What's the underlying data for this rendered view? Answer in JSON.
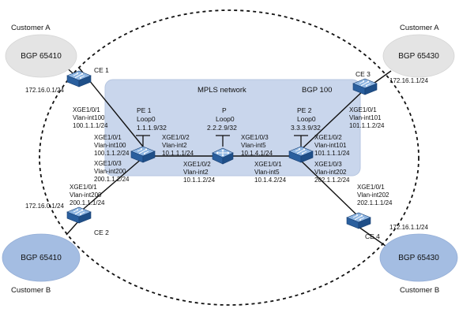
{
  "customers": {
    "top_left": "Customer A",
    "top_right": "Customer A",
    "bottom_left": "Customer B",
    "bottom_right": "Customer B"
  },
  "bgp_clouds": {
    "top_left": "BGP 65410",
    "top_right": "BGP 65430",
    "bottom_left": "BGP 65410",
    "bottom_right": "BGP 65430"
  },
  "mpls": {
    "title": "MPLS network",
    "as": "BGP 100"
  },
  "devices": {
    "ce1": {
      "name": "CE 1",
      "net": "172.16.0.1/24"
    },
    "ce2": {
      "name": "CE 2",
      "net": "172.16.0.1/24"
    },
    "ce3": {
      "name": "CE 3",
      "net": "172.16.1.1/24"
    },
    "ce4": {
      "name": "CE 4",
      "net": "172.16.1.1/24"
    },
    "pe1": {
      "name": "PE 1",
      "loop": "Loop0",
      "ip": "1.1.1.9/32"
    },
    "p": {
      "name": "P",
      "loop": "Loop0",
      "ip": "2.2.2.9/32"
    },
    "pe2": {
      "name": "PE 2",
      "loop": "Loop0",
      "ip": "3.3.3.9/32"
    }
  },
  "interfaces": {
    "ce1": [
      "XGE1/0/1",
      "Vlan-int100",
      "100.1.1.1/24"
    ],
    "pe1_ce1": [
      "XGE1/0/1",
      "Vlan-int100",
      "100.1.1.2/24"
    ],
    "pe1_p": [
      "XGE1/0/2",
      "Vlan-int2",
      "10.1.1.1/24"
    ],
    "pe1_ce2": [
      "XGE1/0/3",
      "Vlan-int200",
      "200.1.1.2/24"
    ],
    "ce2": [
      "XGE1/0/1",
      "Vlan-int200",
      "200.1.1.1/24"
    ],
    "p_pe1": [
      "XGE1/0/2",
      "Vlan-int2",
      "10.1.1.2/24"
    ],
    "p_pe2": [
      "XGE1/0/3",
      "Vlan-int5",
      "10.1.4.1/24"
    ],
    "pe2_p": [
      "XGE1/0/1",
      "Vlan-int5",
      "10.1.4.2/24"
    ],
    "pe2_ce3": [
      "XGE1/0/2",
      "Vlan-int101",
      "101.1.1.1/24"
    ],
    "pe2_ce4": [
      "XGE1/0/3",
      "Vlan-int202",
      "202.1.1.2/24"
    ],
    "ce3": [
      "XGE1/0/1",
      "Vlan-int101",
      "101.1.1.2/24"
    ],
    "ce4": [
      "XGE1/0/1",
      "Vlan-int202",
      "202.1.1.1/24"
    ]
  },
  "colors": {
    "mpls_fill": "#c9d6ec",
    "cloud_grey": "#e4e4e4",
    "cloud_blue": "#a4bde2",
    "switch_fill": "#2f6fb6"
  }
}
